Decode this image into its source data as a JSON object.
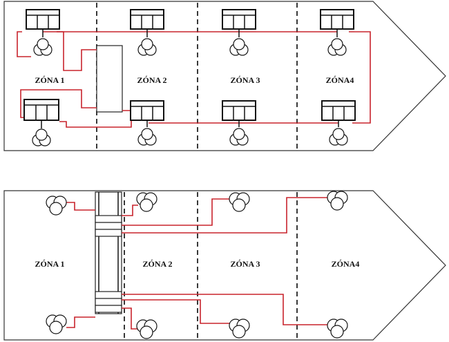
{
  "diagrams": [
    {
      "zones": [
        "ZÓNA 1",
        "ZÓNA 2",
        "ZÓNA 3",
        "ZÓNA4"
      ]
    },
    {
      "zones": [
        "ZÓNA 1",
        "ZÓNA 2",
        "ZÓNA 3",
        "ZÓNA4"
      ]
    }
  ],
  "colors": {
    "cable": "#c8232c",
    "line": "#111111"
  }
}
